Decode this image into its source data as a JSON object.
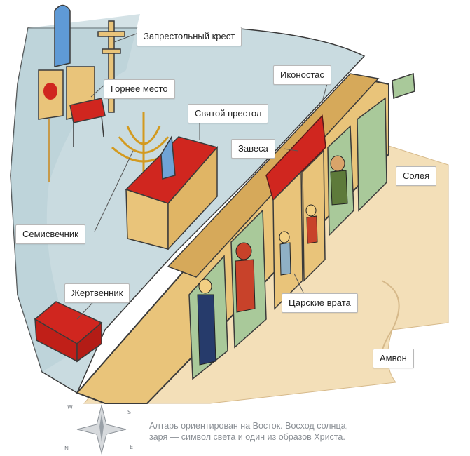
{
  "labels": {
    "altar_cross": "Запрестольный крест",
    "high_place": "Горнее место",
    "holy_table": "Святой престол",
    "iconostasis": "Иконостас",
    "curtain": "Завеса",
    "soleas": "Солея",
    "menorah": "Семисвечник",
    "table_of_oblation": "Жертвенник",
    "royal_doors": "Царские врата",
    "ambo": "Амвон"
  },
  "caption": {
    "line1": "Алтарь ориентирован на Восток. Восход солнца,",
    "line2": "заря — символ света и один из образов Христа."
  },
  "compass": {
    "n": "N",
    "w": "W",
    "s": "S",
    "e": "E"
  },
  "colors": {
    "altar_floor": "#c9dbe0",
    "solea": "#f3dfb8",
    "iconostasis_wood": "#e9c47a",
    "red": "#d0261f",
    "icon_green": "#a9c99a"
  }
}
